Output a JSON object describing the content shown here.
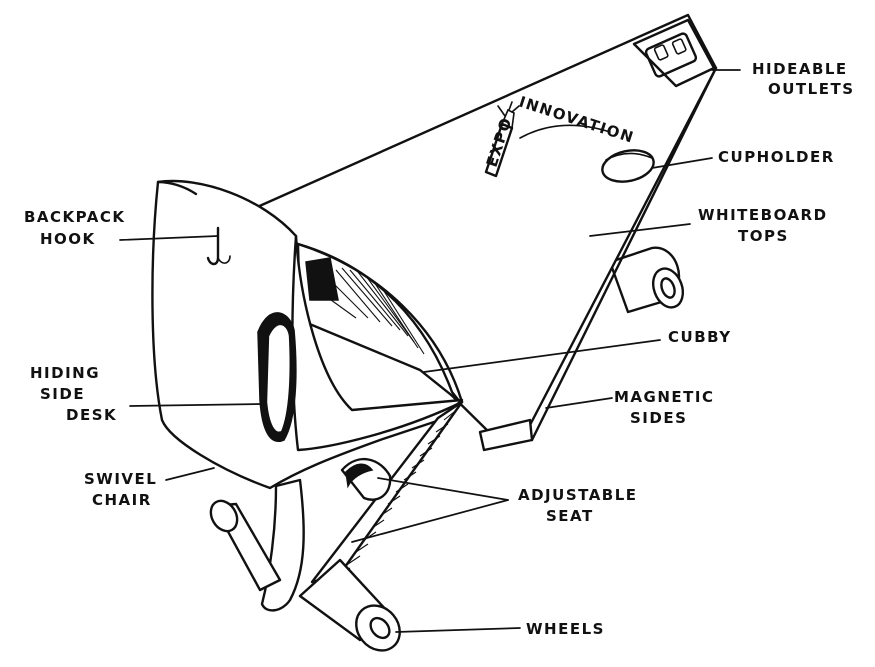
{
  "labels": {
    "hideable_outlets": [
      "HIDEABLE",
      "OUTLETS"
    ],
    "cupholder": [
      "CUPHOLDER"
    ],
    "whiteboard_tops": [
      "WHITEBOARD",
      "TOPS"
    ],
    "backpack_hook": [
      "BACKPACK",
      "HOOK"
    ],
    "cubby": [
      "CUBBY"
    ],
    "hiding_side_desk": [
      "HIDING",
      "SIDE",
      "DESK"
    ],
    "magnetic_sides": [
      "MAGNETIC",
      "SIDES"
    ],
    "swivel_chair": [
      "SWIVEL",
      "CHAIR"
    ],
    "adjustable_seat": [
      "ADJUSTABLE",
      "SEAT"
    ],
    "wheels": [
      "WHEELS"
    ],
    "innovation": "INNOVATION",
    "marker_brand": "EXPO"
  },
  "colors": {
    "ink": "#111111",
    "paper": "#ffffff"
  }
}
